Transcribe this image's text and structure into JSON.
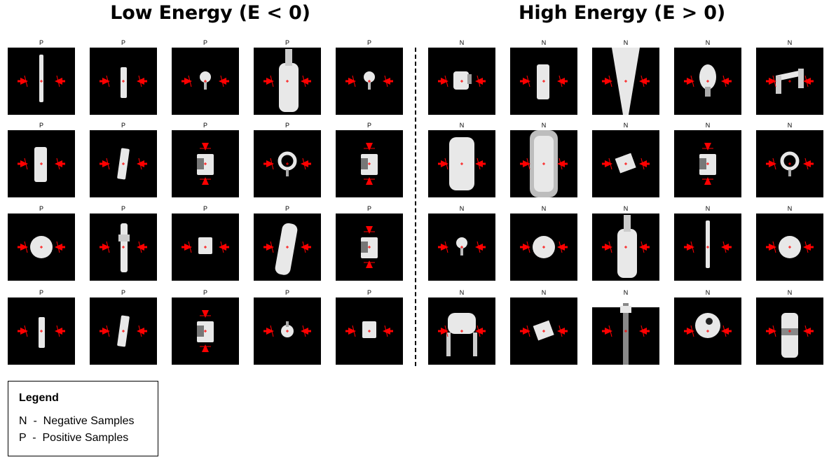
{
  "titles": {
    "low": "Low Energy (E < 0)",
    "high": "High Energy (E > 0)"
  },
  "legend": {
    "title": "Legend",
    "items": [
      "N  -  Negative Samples",
      "P  -  Positive Samples"
    ]
  },
  "colors": {
    "background": "#000000",
    "marker": "#ff0000",
    "object": "#e8e8e8"
  },
  "low_energy_grid": {
    "rows": [
      {
        "labels": [
          "P",
          "P",
          "P",
          "P",
          "P"
        ],
        "objects": [
          "thin-bar",
          "small-bar",
          "circle-on-stem",
          "bottle",
          "circle-on-stem"
        ]
      },
      {
        "labels": [
          "P",
          "P",
          "P",
          "P",
          "P"
        ],
        "objects": [
          "rectangle",
          "tilted-bar",
          "box",
          "ring",
          "box"
        ]
      },
      {
        "labels": [
          "P",
          "P",
          "P",
          "P",
          "P"
        ],
        "objects": [
          "sphere",
          "tall-figure",
          "small-box",
          "tilted-bottle",
          "box"
        ]
      },
      {
        "labels": [
          "P",
          "P",
          "P",
          "P",
          "P"
        ],
        "objects": [
          "small-bar",
          "tilted-bar",
          "box",
          "small-circle",
          "small-box"
        ]
      }
    ]
  },
  "high_energy_grid": {
    "rows": [
      {
        "labels": [
          "N",
          "N",
          "N",
          "N",
          "N"
        ],
        "objects": [
          "cup",
          "rectangle",
          "large-cone",
          "vase",
          "chair"
        ]
      },
      {
        "labels": [
          "N",
          "N",
          "N",
          "N",
          "N"
        ],
        "objects": [
          "large-rectangle",
          "large-board",
          "tilted-box",
          "box",
          "ring"
        ]
      },
      {
        "labels": [
          "N",
          "N",
          "N",
          "N",
          "N"
        ],
        "objects": [
          "circle-on-stem",
          "sphere",
          "bottle",
          "thin-bar",
          "sphere"
        ]
      },
      {
        "labels": [
          "N",
          "N",
          "N",
          "N",
          "N"
        ],
        "objects": [
          "stool",
          "tilted-box",
          "tall-pole",
          "cup-top",
          "tall-box"
        ]
      }
    ]
  }
}
